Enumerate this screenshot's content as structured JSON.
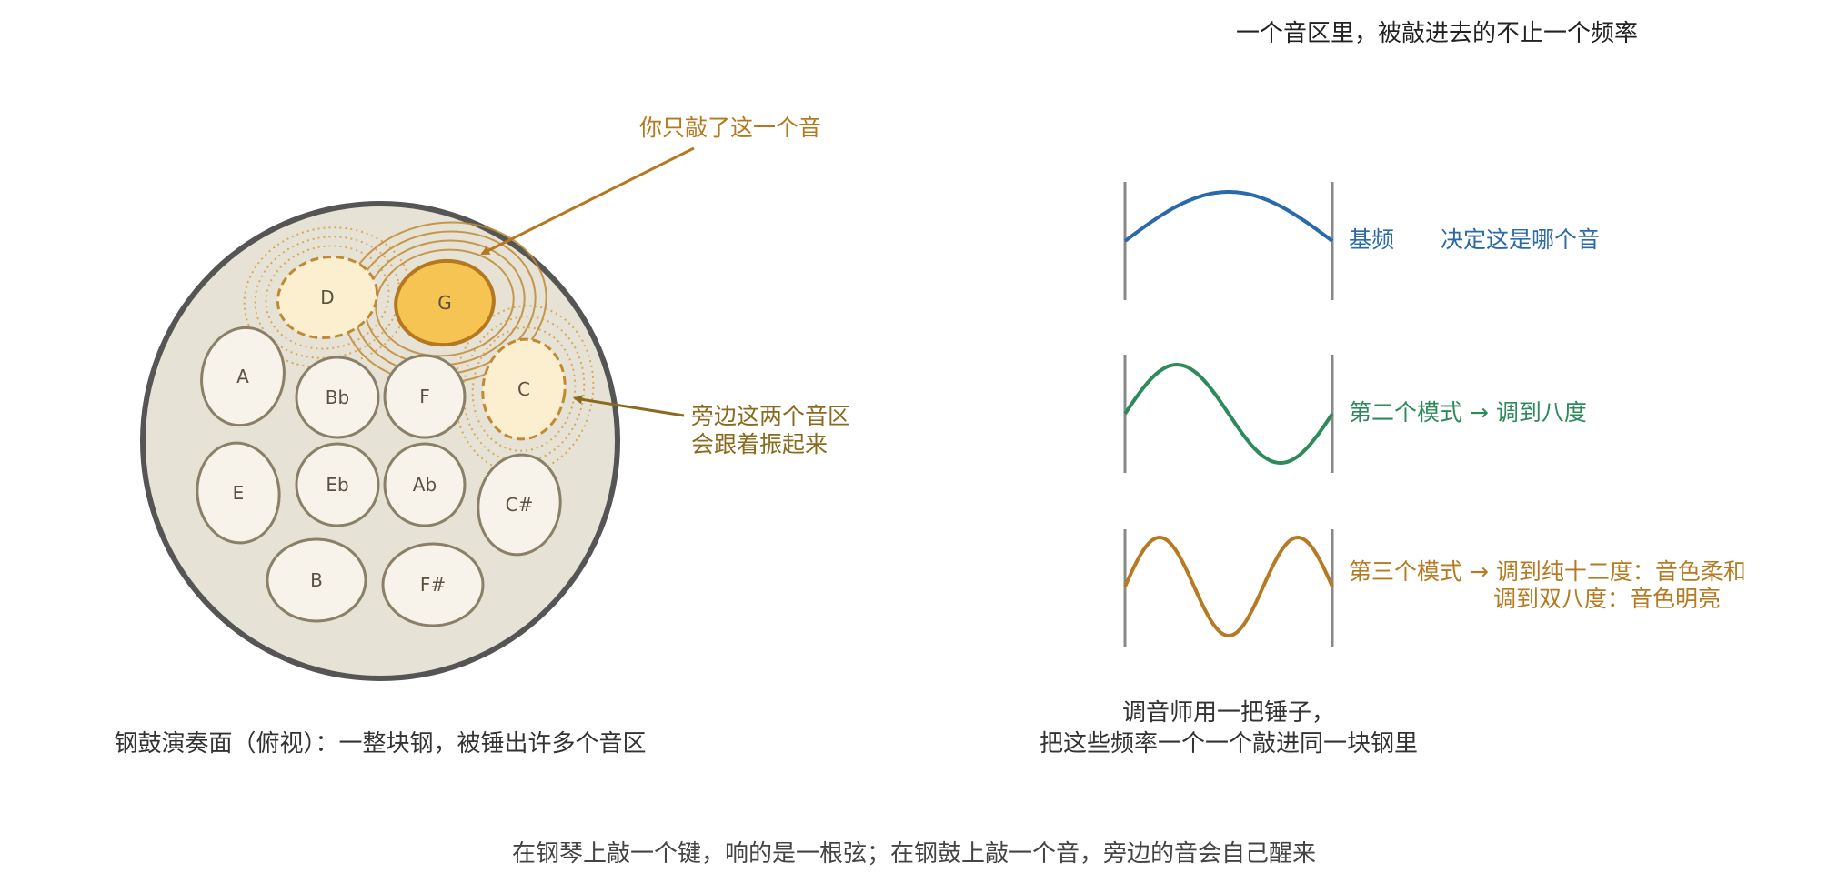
{
  "top_title": "一个音区里，被敲进去的不止一个频率",
  "drum": {
    "caption": "钢鼓演奏面（俯视）：一整块钢，被锤出许多个音区",
    "struck_note": "G",
    "neighbor_notes": [
      "D",
      "C"
    ],
    "notes": [
      "D",
      "G",
      "A",
      "Bb",
      "F",
      "C",
      "E",
      "Eb",
      "Ab",
      "C#",
      "B",
      "F#"
    ]
  },
  "annotations": {
    "struck": "你只敲了这一个音",
    "neighbors_line1": "旁边这两个音区",
    "neighbors_line2": "会跟着振起来"
  },
  "modes": [
    {
      "label": "基频",
      "desc": "决定这是哪个音",
      "color": "#2b6aa8",
      "half_waves": 1
    },
    {
      "label": "第二个模式 → 调到八度",
      "desc": "",
      "color": "#2e8a5b",
      "half_waves": 2
    },
    {
      "label": "第三个模式 → 调到纯十二度：音色柔和",
      "desc": "调到双八度：音色明亮",
      "color": "#b57a22",
      "half_waves": 3
    }
  ],
  "tuner_caption": {
    "line1": "调音师用一把锤子，",
    "line2": "把这些频率一个一个敲进同一块钢里"
  },
  "footer": "在钢琴上敲一个键，响的是一根弦；在钢鼓上敲一个音，旁边的音会自己醒来",
  "colors": {
    "pan_fill": "#e6e2d6",
    "pan_rim": "#555555",
    "note_fill": "#f7f3ea",
    "note_stroke": "#8a8068",
    "struck_fill": "#f5c453",
    "struck_stroke": "#b5781e",
    "neighbor_fill": "#fcefcf",
    "neighbor_stroke": "#c08a33",
    "arrow_struck": "#b5781e",
    "arrow_neighbor": "#8a6a1e"
  }
}
